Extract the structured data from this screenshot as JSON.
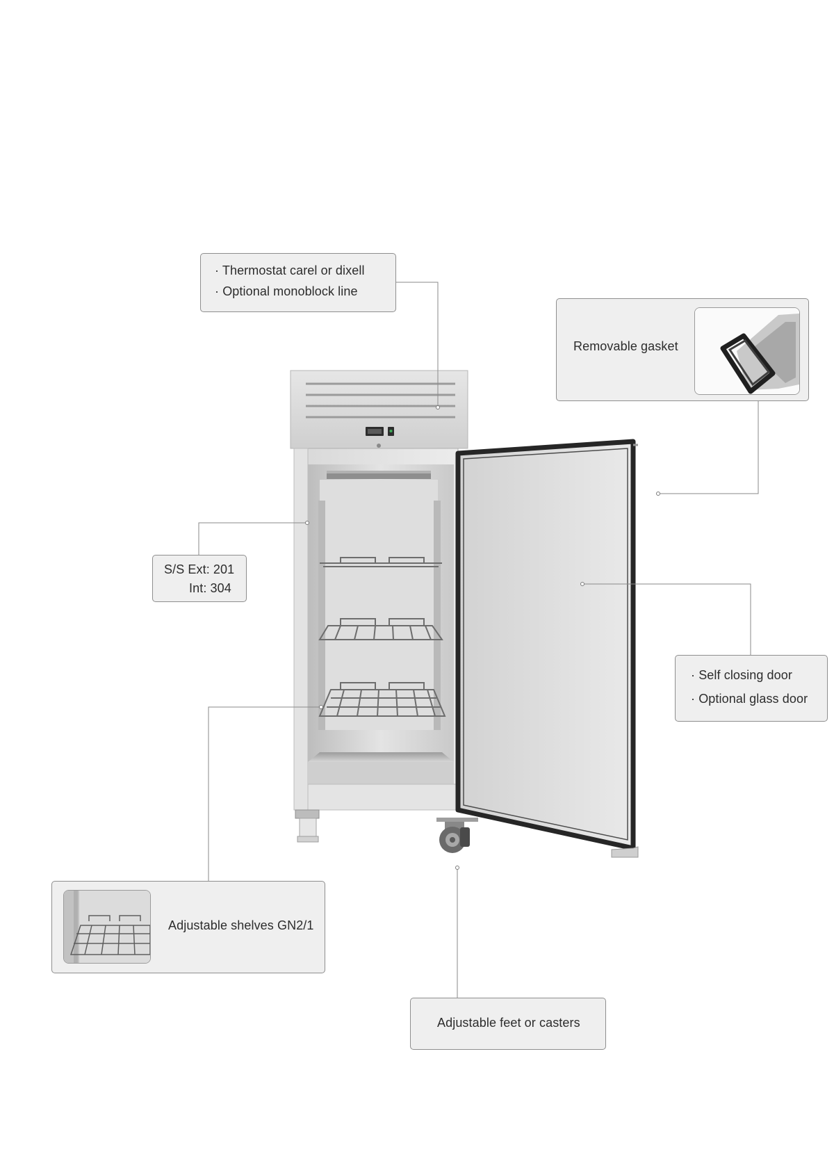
{
  "callouts": {
    "thermostat": {
      "lines": [
        "· Thermostat carel or dixell",
        "· Optional monoblock line"
      ]
    },
    "gasket": {
      "label": "Removable gasket",
      "thumbnail_icon": "door-gasket-photo-icon"
    },
    "steel": {
      "line1": "S/S  Ext: 201",
      "line2": "Int: 304"
    },
    "door": {
      "lines": [
        "· Self closing door",
        "· Optional glass door"
      ]
    },
    "shelves": {
      "label": "Adjustable shelves GN2/1",
      "thumbnail_icon": "wire-shelf-photo-icon"
    },
    "feet": {
      "label": "Adjustable feet or casters"
    }
  },
  "colors": {
    "callout_bg": "#efefef",
    "callout_border": "#8e8e8e",
    "leader_line": "#8a8a8a",
    "steel_light": "#dcdcdc",
    "steel_dark": "#a9a9a9",
    "gasket": "#2b2b2b"
  }
}
